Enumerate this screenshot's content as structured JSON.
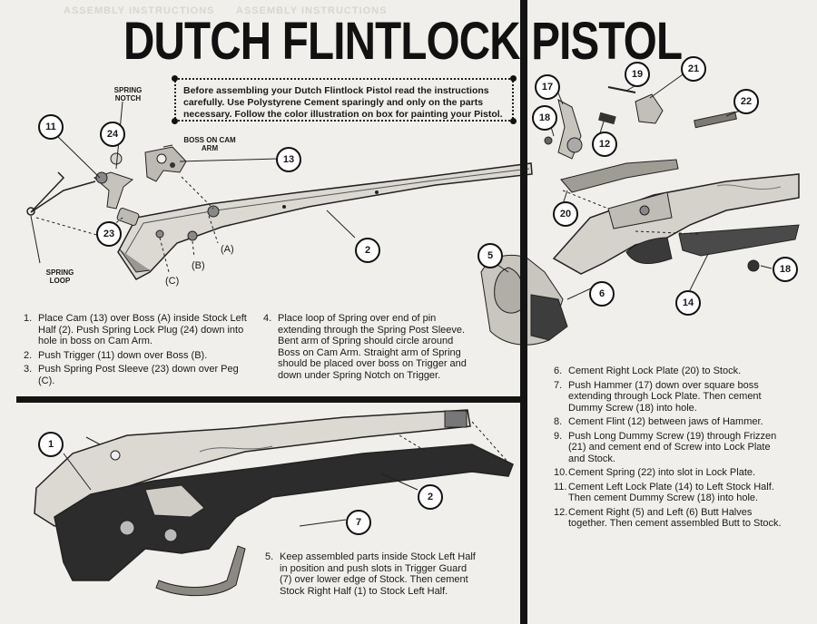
{
  "title": "DUTCH FLINTLOCK PISTOL",
  "notice": "Before assembling your Dutch Flintlock Pistol read the instructions carefully. Use Polystyrene Cement sparingly and only on the parts necessary. Follow the color illustration on box for painting your Pistol.",
  "ghost_heading": [
    "ASSEMBLY INSTRUCTIONS",
    "ASSEMBLY INSTRUCTIONS"
  ],
  "labels": {
    "spring_notch": "SPRING NOTCH",
    "boss_on_cam_arm": "BOSS ON CAM ARM",
    "spring_loop": "SPRING LOOP",
    "a": "(A)",
    "b": "(B)",
    "c": "(C)"
  },
  "callouts": {
    "n11": "11",
    "n24": "24",
    "n13": "13",
    "n23": "23",
    "n2a": "2",
    "n19": "19",
    "n21": "21",
    "n17": "17",
    "n22": "22",
    "n18a": "18",
    "n12": "12",
    "n20": "20",
    "n5": "5",
    "n6": "6",
    "n18b": "18",
    "n14": "14",
    "n1": "1",
    "n2b": "2",
    "n7": "7"
  },
  "steps_a": [
    {
      "n": "1.",
      "text": "Place Cam (13) over Boss (A) inside Stock Left Half (2). Push Spring Lock Plug (24) down into hole in boss on Cam Arm."
    },
    {
      "n": "2.",
      "text": "Push Trigger (11) down over Boss (B)."
    },
    {
      "n": "3.",
      "text": "Push Spring Post Sleeve (23) down over Peg (C)."
    }
  ],
  "steps_b": [
    {
      "n": "4.",
      "text": "Place loop of Spring over end of pin extending through the Spring Post Sleeve. Bent arm of Spring should circle around Boss on Cam Arm. Straight arm of Spring should be placed over boss on Trigger and down under Spring Notch on Trigger."
    }
  ],
  "steps_c": [
    {
      "n": "5.",
      "text": "Keep assembled parts inside Stock Left Half in position and push slots in Trigger Guard (7) over lower edge of Stock. Then cement Stock Right Half (1) to Stock Left Half."
    }
  ],
  "steps_d": [
    {
      "n": "6.",
      "text": "Cement Right Lock Plate (20) to Stock."
    },
    {
      "n": "7.",
      "text": "Push Hammer (17) down over square boss extending through Lock Plate. Then cement Dummy Screw (18) into hole."
    },
    {
      "n": "8.",
      "text": "Cement Flint (12) between jaws of Hammer."
    },
    {
      "n": "9.",
      "text": "Push Long Dummy Screw (19) through Frizzen (21) and cement end of Screw into Lock Plate and Stock."
    },
    {
      "n": "10.",
      "text": "Cement Spring (22) into slot in Lock Plate."
    },
    {
      "n": "11.",
      "text": "Cement Left Lock Plate (14) to Left Stock Half. Then cement Dummy Screw (18) into hole."
    },
    {
      "n": "12.",
      "text": "Cement Right (5) and Left (6) Butt Halves together. Then cement assembled Butt to Stock."
    }
  ]
}
